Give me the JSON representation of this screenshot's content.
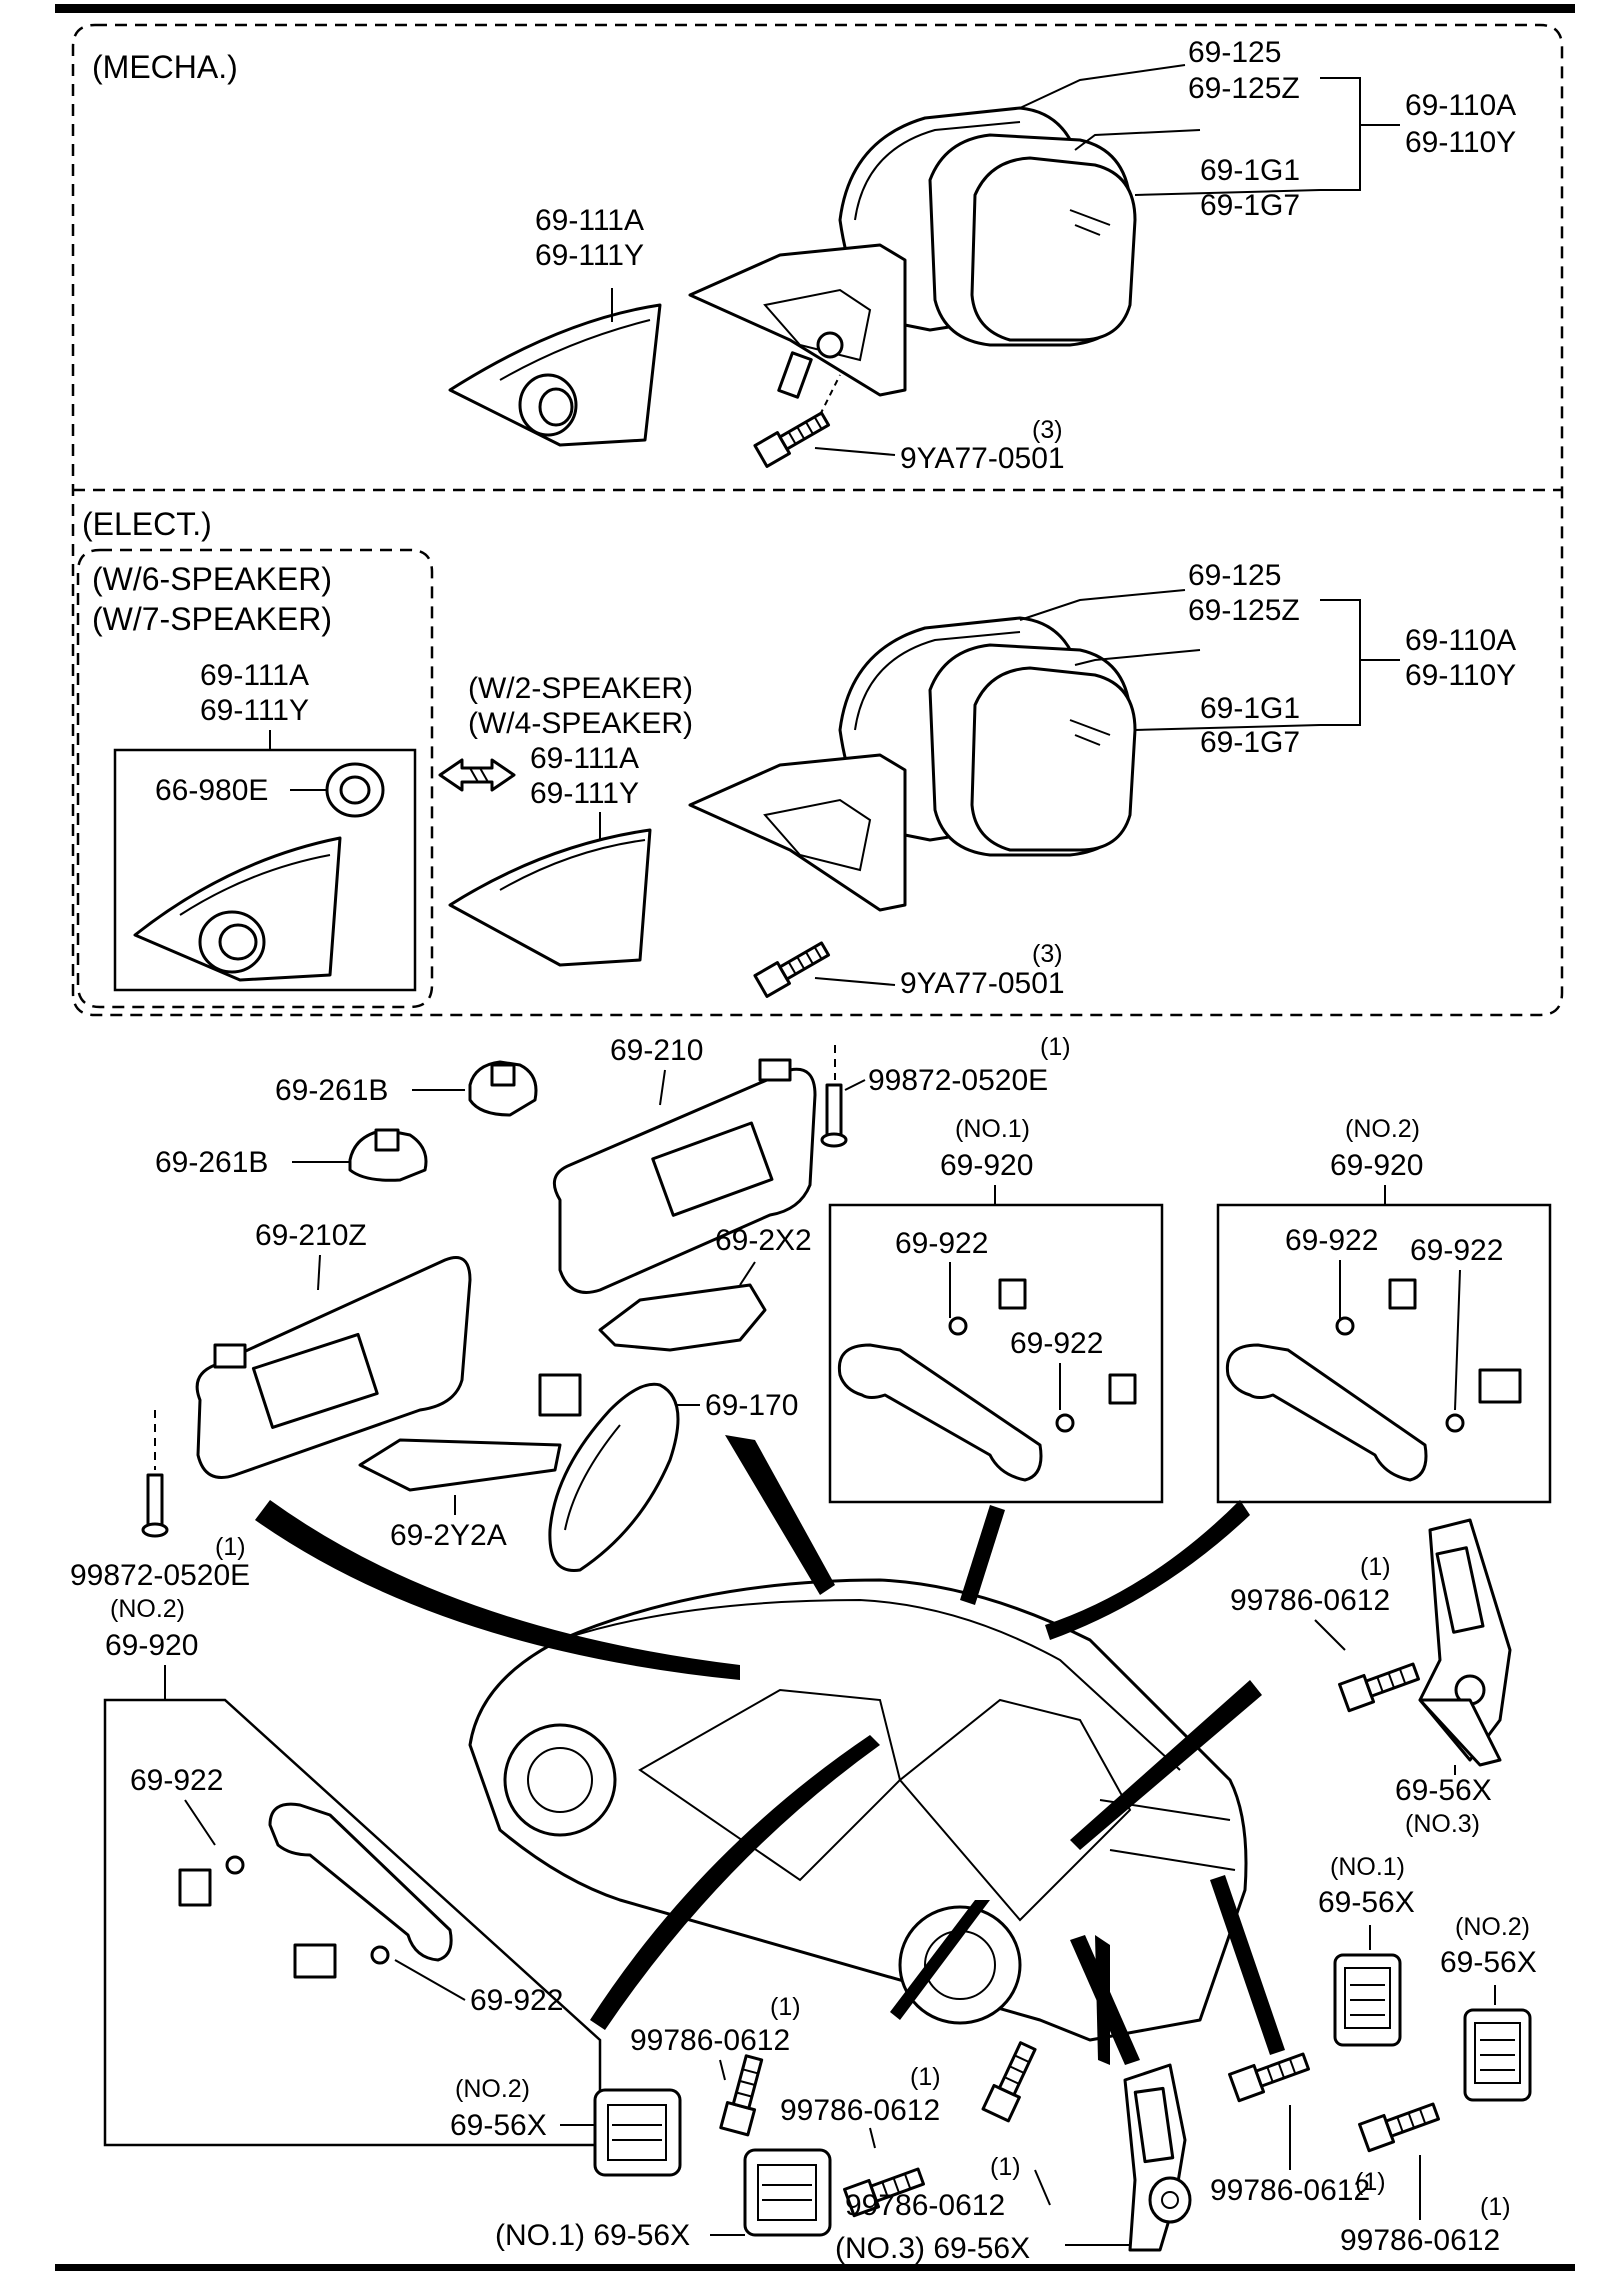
{
  "sections": {
    "mecha": "(MECHA.)",
    "elect": "(ELECT.)",
    "w6": "(W/6-SPEAKER)",
    "w7": "(W/7-SPEAKER)",
    "w2": "(W/2-SPEAKER)",
    "w4": "(W/4-SPEAKER)"
  },
  "labels": {
    "p69_125": "69-125",
    "p69_125Z": "69-125Z",
    "p69_110A": "69-110A",
    "p69_110Y": "69-110Y",
    "p69_1G1": "69-1G1",
    "p69_1G7": "69-1G7",
    "p69_111A": "69-111A",
    "p69_111Y": "69-111Y",
    "p9YA77": "9YA77-0501",
    "q3": "(3)",
    "q1": "(1)",
    "p66_980E": "66-980E",
    "p69_210": "69-210",
    "p69_210Z": "69-210Z",
    "p69_261B": "69-261B",
    "p99872": "99872-0520E",
    "p69_2X2": "69-2X2",
    "p69_170": "69-170",
    "p69_2Y2A": "69-2Y2A",
    "no1": "(NO.1)",
    "no2": "(NO.2)",
    "no3": "(NO.3)",
    "p69_920": "69-920",
    "p69_922": "69-922",
    "p99786": "99786-0612",
    "p69_56X": "69-56X",
    "no1_56X": "(NO.1) 69-56X",
    "no3_56X": "(NO.3) 69-56X"
  }
}
